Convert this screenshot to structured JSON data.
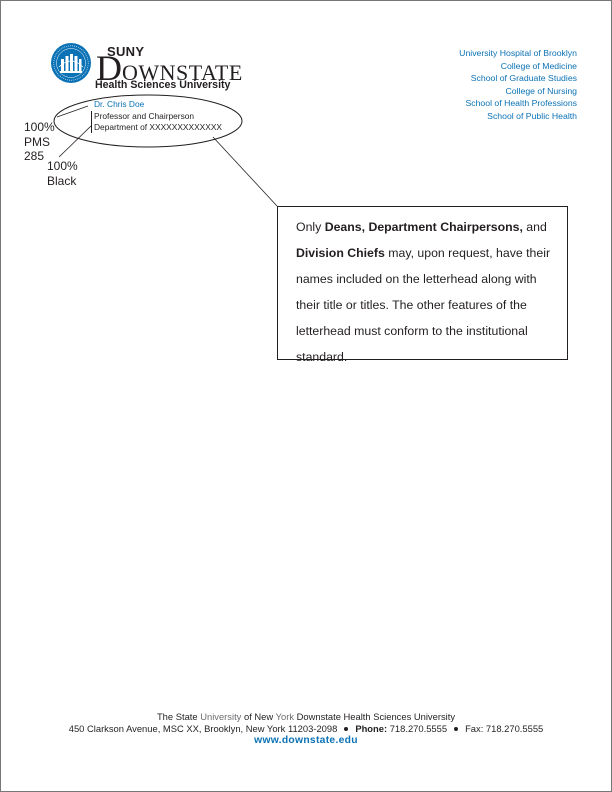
{
  "colors": {
    "brand_blue": "#0b72b5",
    "text": "#231f20",
    "border": "#777777"
  },
  "logo": {
    "seal_icon": "university-seal-icon",
    "suny": "SUNY",
    "wordmark_first": "D",
    "wordmark_rest": "OWNSTATE",
    "subtitle": "Health Sciences University"
  },
  "units": [
    {
      "a": "University Hospital of ",
      "b": "Brooklyn"
    },
    {
      "a": "College of Medicine",
      "b": ""
    },
    {
      "a": "School of Graduate Studies",
      "b": ""
    },
    {
      "a": "College of Nursing",
      "b": ""
    },
    {
      "a": "School of Health Professions",
      "b": ""
    },
    {
      "a": "School of Public Health",
      "b": ""
    }
  ],
  "chair": {
    "name": "Dr. Chris Doe",
    "title": "Professor and Chairperson",
    "department": "Department of XXXXXXXXXXXXX"
  },
  "labels": {
    "pms_1": "100%",
    "pms_2": "PMS",
    "pms_3": "285",
    "black_1": "100%",
    "black_2": "Black"
  },
  "callout": {
    "p1": "Only ",
    "b1": "Deans, Department Chairpersons,",
    "p2": " and ",
    "b2": "Division Chiefs",
    "p3": " may, upon request, have their names included on the letterhead along with their title or titles.  The other features of the letterhead must conform to the institutional standard."
  },
  "footer": {
    "l1_a": "The State ",
    "l1_b": "University",
    "l1_c": " of New ",
    "l1_d": "York",
    "l1_e": " Downstate Health Sciences University",
    "l2_address": "450 Clarkson Avenue, MSC XX, Brooklyn, New York 11203-2098",
    "l2_phone_label": "Phone:",
    "l2_phone": " 718.270.5555",
    "l2_fax": "Fax: 718.270.5555",
    "url": "www.downstate.edu"
  }
}
